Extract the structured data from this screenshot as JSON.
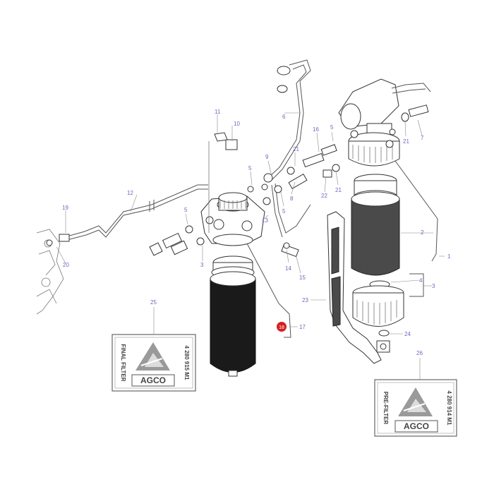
{
  "callouts": [
    "1",
    "2",
    "3",
    "4",
    "5",
    "5",
    "5",
    "5",
    "3",
    "6",
    "7",
    "8",
    "9",
    "10",
    "11",
    "12",
    "13",
    "14",
    "15",
    "16",
    "17",
    "18",
    "19",
    "20",
    "21",
    "21",
    "21",
    "22",
    "23",
    "24",
    "25",
    "26"
  ],
  "highlighted_callout": "18",
  "label_left": {
    "vertical_text": "FINAL FILTER",
    "part_number": "4 280 915 M1",
    "brand": "AGCO"
  },
  "label_right": {
    "vertical_text": "PRE-FILTER",
    "part_number": "4 280 914 M1",
    "brand": "AGCO"
  },
  "colors": {
    "callout_text": "#6a6ac0",
    "highlight": "#d42020",
    "filter_dark": "#1a1a1a",
    "filter_grey": "#4a4a4a"
  }
}
